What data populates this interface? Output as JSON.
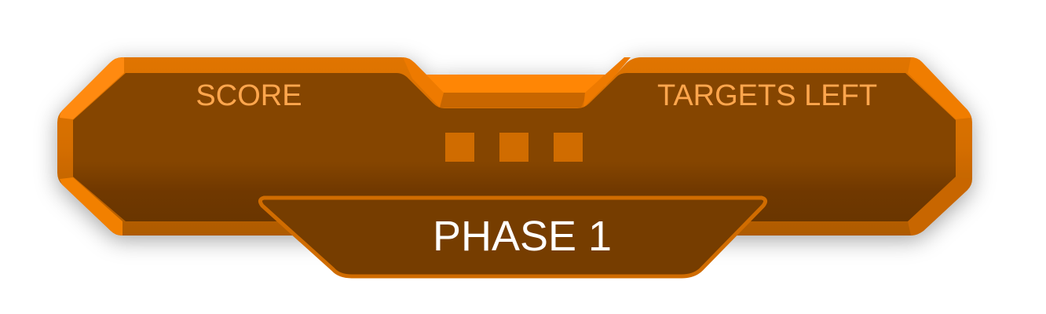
{
  "hud": {
    "score": {
      "label": "SCORE",
      "value": ""
    },
    "targets_left": {
      "label": "TARGETS LEFT",
      "value": ""
    },
    "center_indicator": {
      "icon": "three-square-dots-icon",
      "dot_count": 3
    },
    "phase": {
      "label": "PHASE 1"
    }
  },
  "colors": {
    "frame_orange": "#ee7a00",
    "frame_orange_light": "#ff8a10",
    "frame_orange_dark": "#b85e00",
    "panel_brown": "#854500",
    "panel_brown_dark": "#6b3600",
    "label_orange": "#ffa64d",
    "dot_orange": "#d06c00",
    "phase_text": "#ffffff"
  }
}
